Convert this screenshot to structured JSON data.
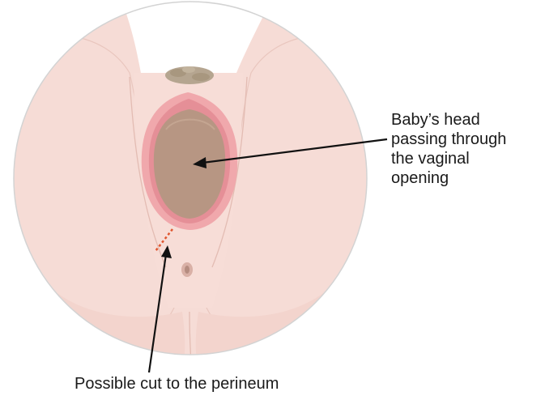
{
  "labels": {
    "head_lines": [
      "Baby’s head",
      "passing through",
      "the vaginal",
      "opening"
    ],
    "cut": "Possible cut to the perineum"
  },
  "colors": {
    "skin": "#f6dcd6",
    "skin_shadow": "#eac5bd",
    "circle_border": "#d3d3d3",
    "labia": "#f0a8ac",
    "labia_inner": "#e58f97",
    "baby_head": "#b79683",
    "pubic_hair": "#b5a590",
    "cut_line": "#e0552e",
    "arrow": "#111111"
  }
}
